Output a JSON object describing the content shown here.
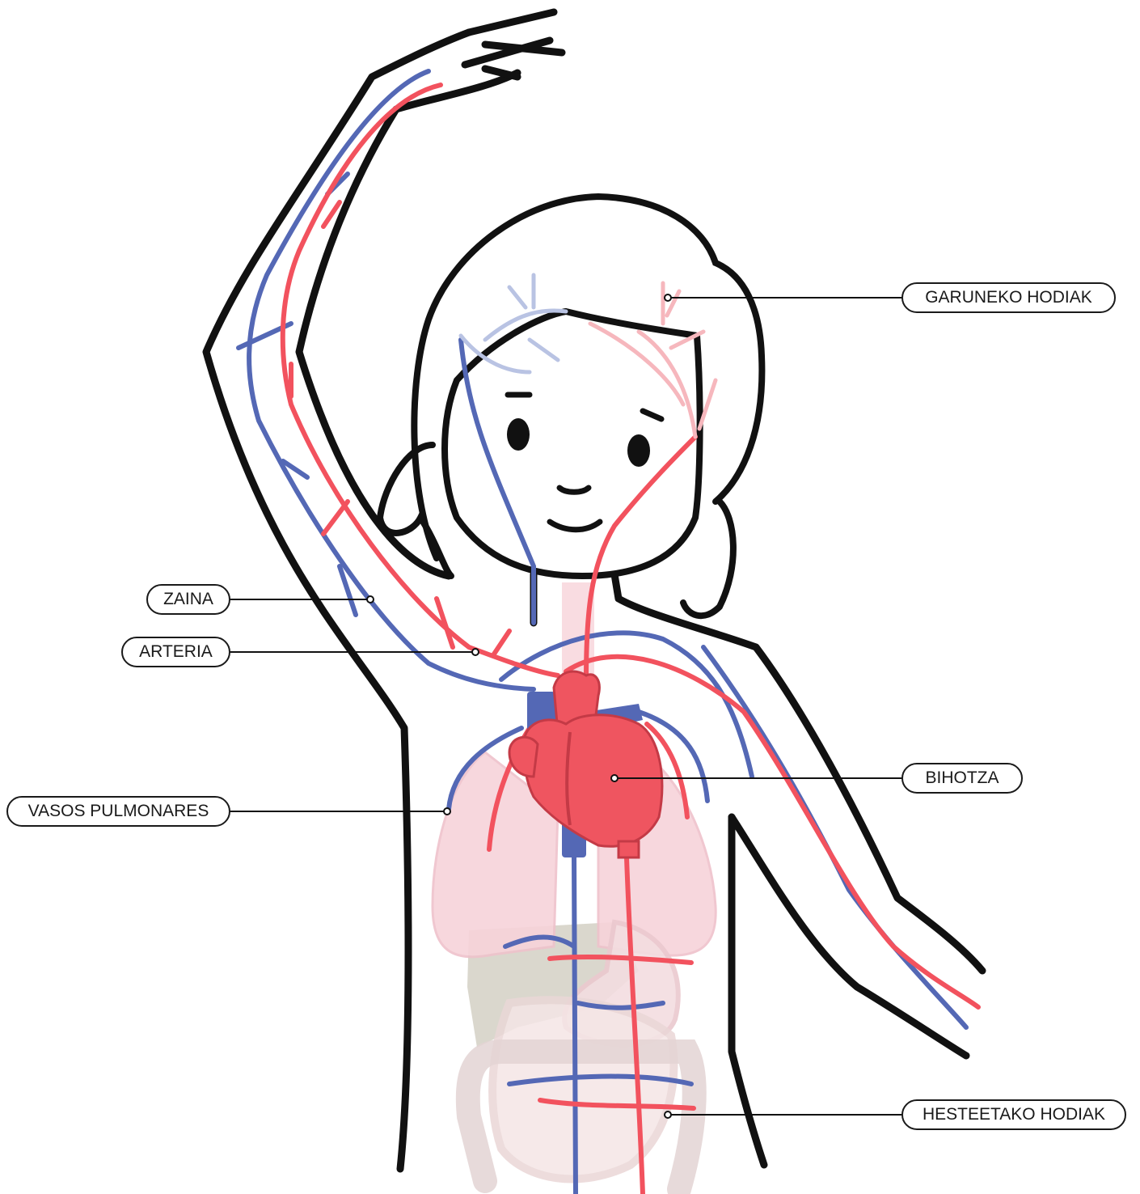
{
  "labels": {
    "garuneko_hodiak": "GARUNEKO HODIAK",
    "zaina": "ZAINA",
    "arteria": "ARTERIA",
    "bihotza": "BIHOTZA",
    "vasos_pulmonares": "VASOS PULMONARES",
    "hesteetako_hodiak": "HESTEETAKO HODIAK"
  },
  "colors": {
    "artery": "#f2525e",
    "vein": "#5468b5",
    "heart": "#ef5560",
    "outline": "#111111",
    "lung": "#f7d3da",
    "liver": "#d4d0c4",
    "intestine": "#ead7d7"
  }
}
